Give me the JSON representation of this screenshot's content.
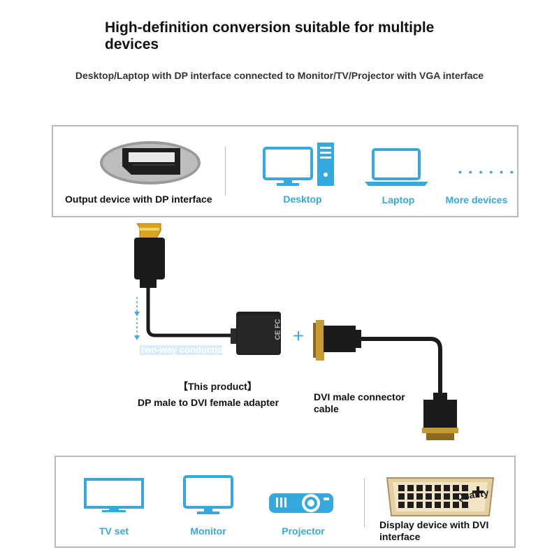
{
  "header": {
    "title": "High-definition conversion suitable for multiple devices",
    "subtitle": "Desktop/Laptop with DP interface connected to Monitor/TV/Projector with VGA interface"
  },
  "source_panel": {
    "main_label": "Output device with DP interface",
    "devices": [
      {
        "label": "Desktop",
        "icon": "desktop-icon"
      },
      {
        "label": "Laptop",
        "icon": "laptop-icon"
      },
      {
        "label": "More devices",
        "icon": "more-dots-icon"
      }
    ],
    "dots": "• • • • • •"
  },
  "diagram": {
    "side_text": "two-way conduction",
    "plus": "+",
    "product_bracket": "【This product】",
    "product_name": "DP male to DVI female adapter",
    "cable_label_line1": "DVI male connector",
    "cable_label_line2": "cable",
    "adapter_marking": "CE FC"
  },
  "display_panel": {
    "devices": [
      {
        "label": "TV set",
        "icon": "tv-icon"
      },
      {
        "label": "Monitor",
        "icon": "monitor-icon"
      },
      {
        "label": "Projector",
        "icon": "projector-icon"
      }
    ],
    "main_label_line1": "Display device with DVI",
    "main_label_line2": "interface",
    "stamp": "Quality"
  },
  "colors": {
    "accent_blue": "#35a8de",
    "cable_black": "#1b1b1b",
    "gold": "#d9a520",
    "panel_border": "#b9b9b9"
  }
}
